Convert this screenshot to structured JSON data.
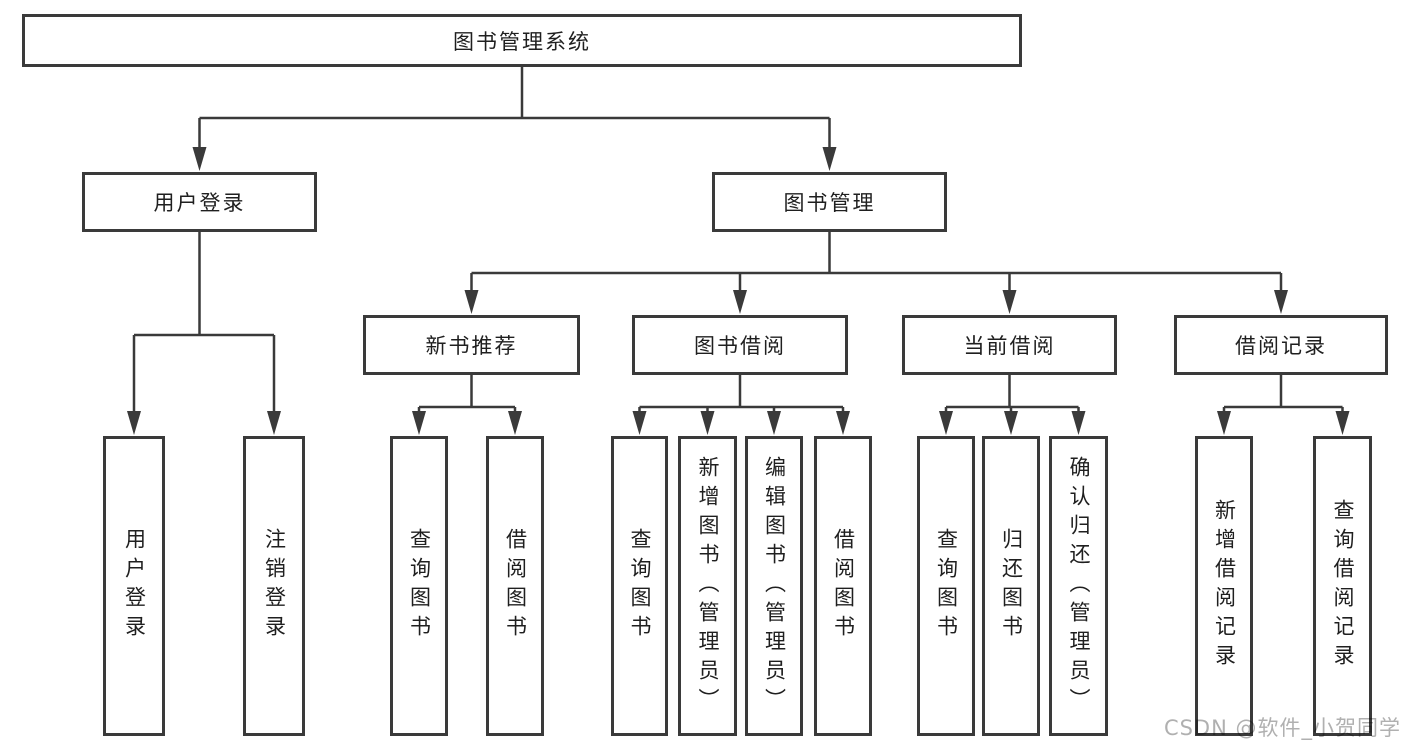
{
  "diagram_title": "图书管理系统",
  "tree": {
    "label": "图书管理系统",
    "children": [
      {
        "label": "用户登录",
        "children": [
          {
            "label": "用户登录"
          },
          {
            "label": "注销登录"
          }
        ]
      },
      {
        "label": "图书管理",
        "children": [
          {
            "label": "新书推荐",
            "children": [
              {
                "label": "查询图书"
              },
              {
                "label": "借阅图书"
              }
            ]
          },
          {
            "label": "图书借阅",
            "children": [
              {
                "label": "查询图书"
              },
              {
                "label": "新增图书（管理员）"
              },
              {
                "label": "编辑图书（管理员）"
              },
              {
                "label": "借阅图书"
              }
            ]
          },
          {
            "label": "当前借阅",
            "children": [
              {
                "label": "查询图书"
              },
              {
                "label": "归还图书"
              },
              {
                "label": "确认归还（管理员）"
              }
            ]
          },
          {
            "label": "借阅记录",
            "children": [
              {
                "label": "新增借阅记录"
              },
              {
                "label": "查询借阅记录"
              }
            ]
          }
        ]
      }
    ]
  },
  "watermark": {
    "text": "CSDN @软件_小贺同学"
  },
  "colors": {
    "line": "#3a3a3a",
    "box_border": "#3a3a3a",
    "text": "#1f1f1f",
    "background": "#ffffff",
    "watermark": "#b0b0b0"
  }
}
